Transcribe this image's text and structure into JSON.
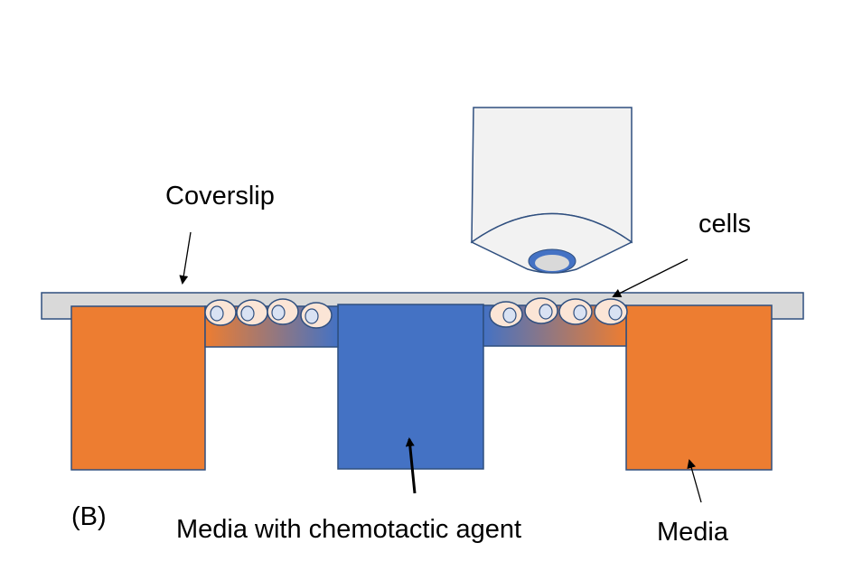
{
  "labels": {
    "coverslip": "Coverslip",
    "cells": "cells",
    "panel": "(B)",
    "center_media": "Media with chemotactic agent",
    "right_media": "Media"
  },
  "colors": {
    "orange": "#ED7D31",
    "blue": "#4472C4",
    "outline": "#2F4F7F",
    "coverslip": "#D9D9D9",
    "objective": "#F2F2F2",
    "cell_fill": "#FBE5D6"
  }
}
